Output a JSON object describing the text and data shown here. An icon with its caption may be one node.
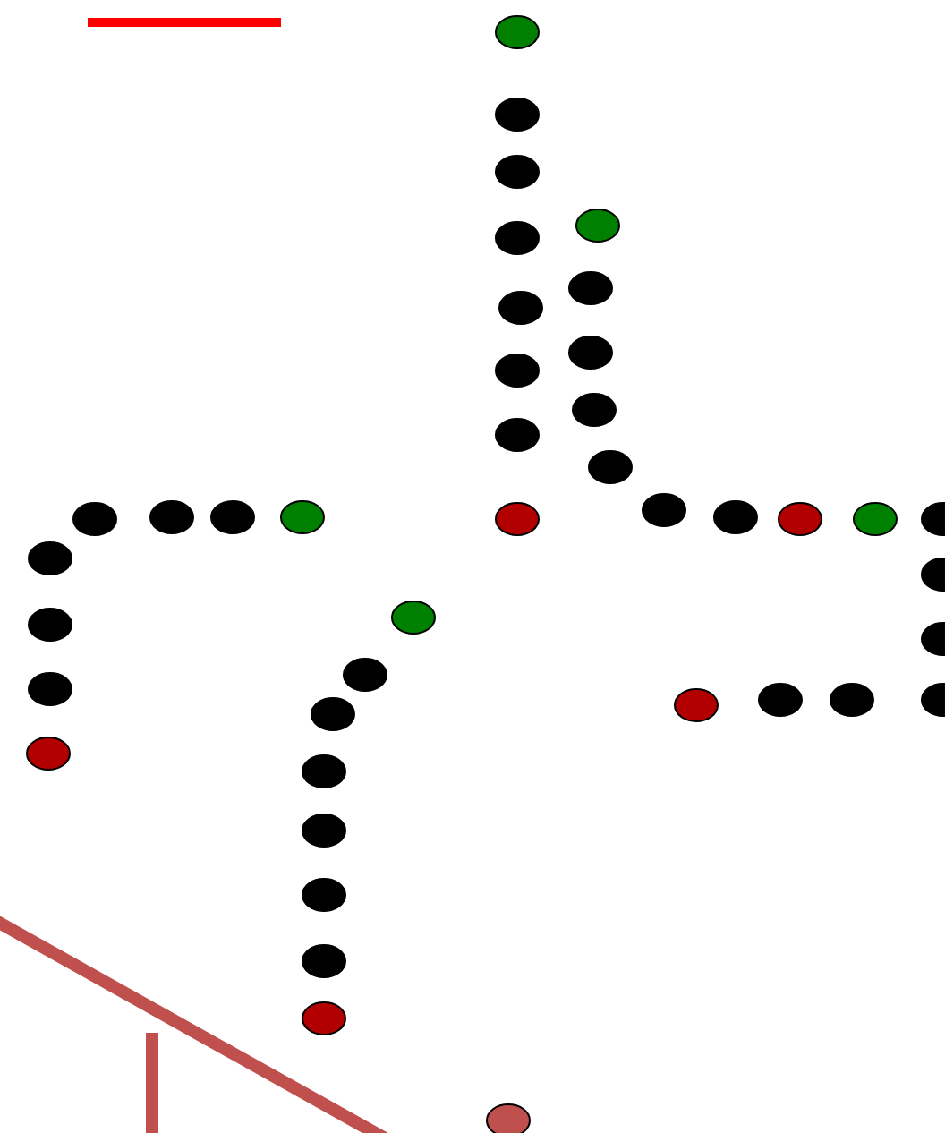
{
  "diagram": {
    "nodes": [
      {
        "text": [],
        "shape": "circle"
      },
      {
        "text": [],
        "shape": "circle"
      },
      {
        "text": [],
        "shape": "circle"
      },
      {
        "text": [],
        "shape": "circle"
      },
      {
        "text": [],
        "shape": "circle"
      },
      {
        "text": [],
        "shape": "circle"
      },
      {
        "text": [],
        "shape": "circle"
      },
      {
        "text": [],
        "shape": "circle"
      },
      {
        "text": [],
        "shape": "circle"
      },
      {
        "text": [],
        "shape": "circle"
      },
      {
        "text": [],
        "shape": "circle"
      },
      {
        "text": [],
        "shape": "circle"
      },
      {
        "text": [],
        "shape": "circle"
      },
      {
        "text": [],
        "shape": "circle"
      },
      {
        "text": [],
        "shape": "circle"
      },
      {
        "text": [],
        "shape": "circle"
      },
      {
        "text": [],
        "shape": "circle"
      },
      {
        "text": [],
        "shape": "circle"
      },
      {
        "text": [],
        "shape": "circle"
      },
      {
        "text": [],
        "shape": "circle"
      },
      {
        "text": [],
        "shape": "circle"
      },
      {
        "text": [],
        "shape": "circle"
      },
      {
        "text": [],
        "shape": "circle"
      },
      {
        "text": [],
        "shape": "circle"
      },
      {
        "text": [],
        "shape": "circle"
      },
      {
        "text": [],
        "shape": "circle"
      },
      {
        "text": [],
        "shape": "circle"
      },
      {
        "text": [],
        "shape": "circle"
      },
      {
        "text": [],
        "shape": "circle"
      },
      {
        "text": [],
        "shape": "circle"
      },
      {
        "text": [],
        "shape": "circle"
      },
      {
        "text": [],
        "shape": "circle"
      },
      {
        "text": [],
        "shape": "circle"
      },
      {
        "text": [],
        "shape": "circle"
      },
      {
        "text": [],
        "shape": "circle"
      },
      {
        "text": [],
        "shape": "circle"
      },
      {
        "text": [],
        "shape": "circle"
      },
      {
        "text": [],
        "shape": "circle"
      },
      {
        "text": [],
        "shape": "circle"
      },
      {
        "text": [],
        "shape": "circle"
      },
      {
        "text": [],
        "shape": "circle"
      }
    ]
  }
}
